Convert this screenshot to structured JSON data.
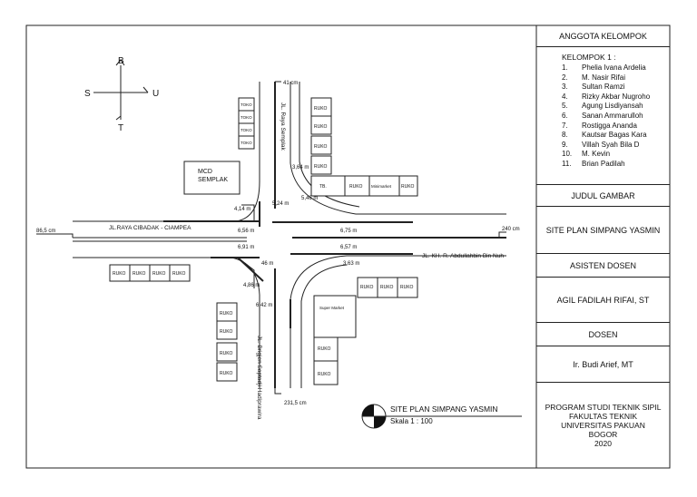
{
  "title_block": {
    "members_header": "ANGGOTA KELOMPOK",
    "group_label": "KELOMPOK 1 :",
    "members": [
      {
        "num": "1.",
        "name": "Phelia Ivana Ardelia"
      },
      {
        "num": "2.",
        "name": "M. Nasir Rifai"
      },
      {
        "num": "3.",
        "name": "Sultan Ramzi"
      },
      {
        "num": "4.",
        "name": "Rizky Akbar Nugroho"
      },
      {
        "num": "5.",
        "name": "Agung Lisdiyansah"
      },
      {
        "num": "6.",
        "name": "Sanan Ammarulloh"
      },
      {
        "num": "7.",
        "name": "Rostigga Ananda"
      },
      {
        "num": "8.",
        "name": "Kautsar Bagas Kara"
      },
      {
        "num": "9.",
        "name": "Villah Syah Bila D"
      },
      {
        "num": "10.",
        "name": "M. Kevin"
      },
      {
        "num": "11.",
        "name": "Brian Padilah"
      }
    ],
    "drawing_title_header": "JUDUL GAMBAR",
    "drawing_title": "SITE PLAN SIMPANG YASMIN",
    "assistant_header": "ASISTEN DOSEN",
    "assistant_name": "AGIL FADILAH RIFAI, ST",
    "lecturer_header": "DOSEN",
    "lecturer_name": "Ir. Budi Arief, MT",
    "institution_lines": [
      "PROGRAM STUDI TEKNIK SIPIL",
      "FAKULTAS TEKNIK",
      "UNIVERSITAS PAKUAN",
      "BOGOR",
      "2020"
    ]
  },
  "compass": {
    "north": "B",
    "south": "T",
    "west": "S",
    "east": "U"
  },
  "roads": {
    "west_road": "JL.RAYA CIBADAK - CIAMPEA",
    "north_road": "JL. Raya Semplak",
    "south_road": "JL. Brigjen Saptadji Hadiprawira",
    "east_road": "JL. KH. R. Abdullahbin Bin Nuh"
  },
  "buildings": {
    "mcd_line1": "MCD",
    "mcd_line2": "SEMPLAK",
    "toko": "TOKO",
    "ruko": "RUKO",
    "tb": "TB.",
    "minimarket": "Minimarket",
    "supermarket": "Super Market"
  },
  "dimensions": {
    "north_length": "41 cm",
    "west_length": "86,5 cm",
    "east_length": "240 cm",
    "south_length": "231,5 cm",
    "d_364": "3,64 m",
    "d_524": "5,24 m",
    "d_546": "5,46 m",
    "d_414": "4,14 m",
    "d_656": "6,56 m",
    "d_675": "6,75 m",
    "d_691": "6,91 m",
    "d_657": "6,57 m",
    "d_46": "46 m",
    "d_363": "3,63 m",
    "d_486": "4,86 m",
    "d_642": "6,42 m"
  },
  "legend": {
    "title": "SITE PLAN SIMPANG YASMIN",
    "scale": "Skala 1 : 100"
  }
}
